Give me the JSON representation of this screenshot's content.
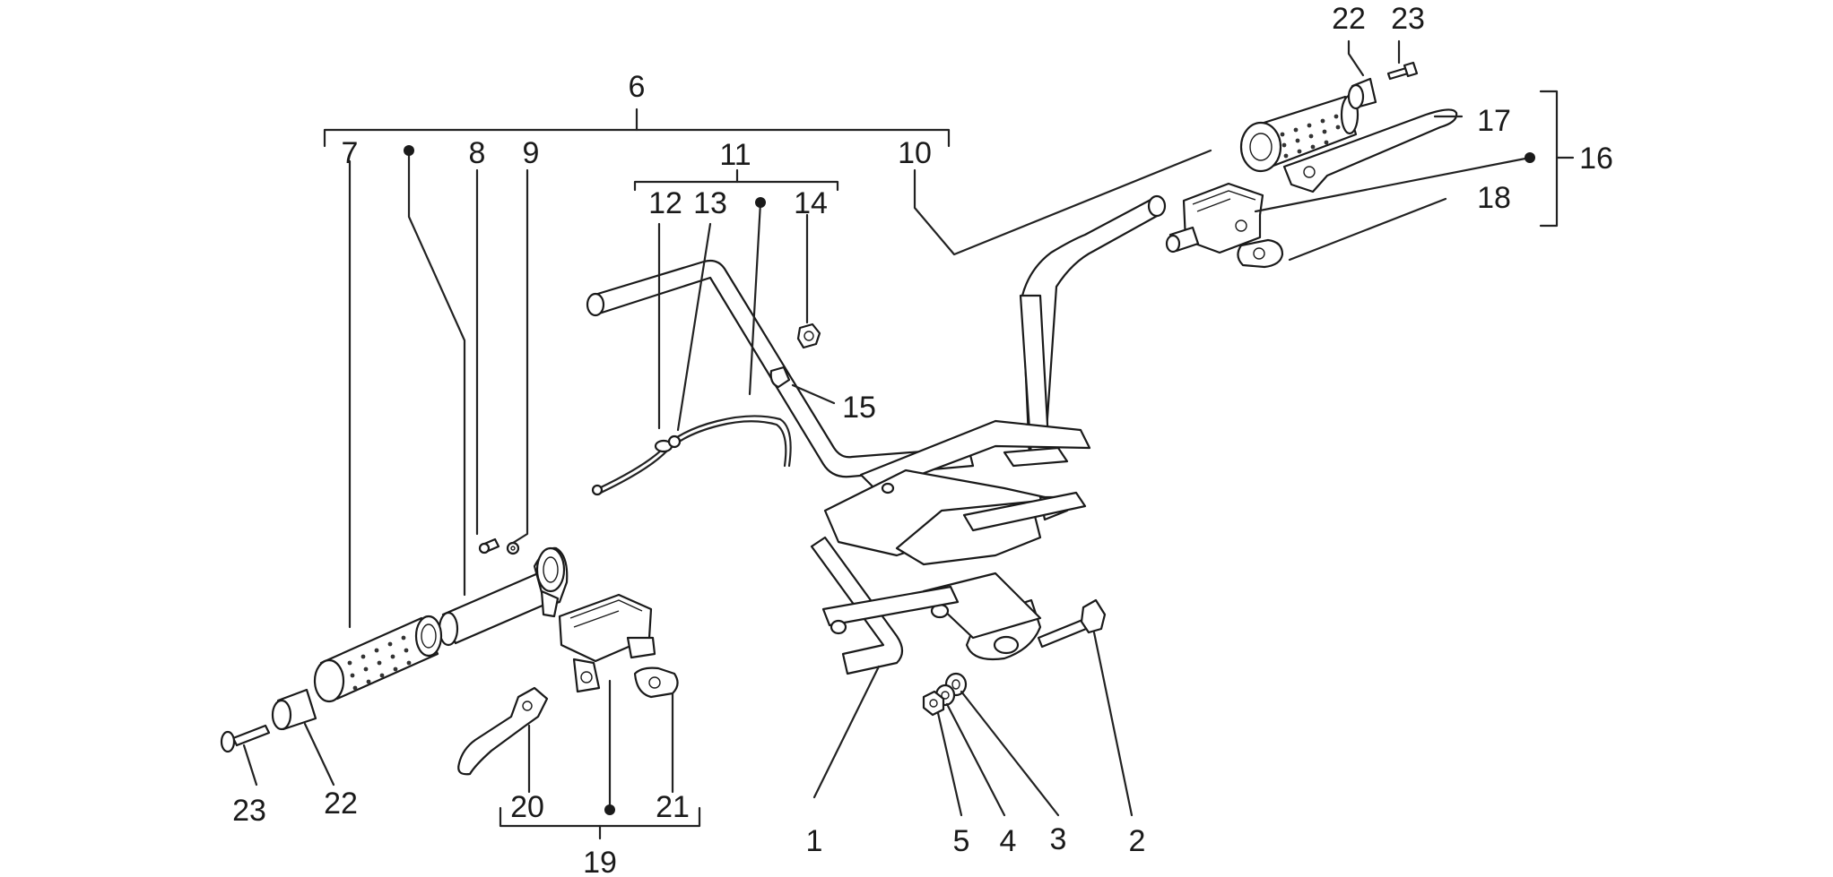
{
  "labels": {
    "l1": "1",
    "l2": "2",
    "l3": "3",
    "l4": "4",
    "l5": "5",
    "l6": "6",
    "l7": "7",
    "l8": "8",
    "l9": "9",
    "l10": "10",
    "l11": "11",
    "l12": "12",
    "l13": "13",
    "l14": "14",
    "l15": "15",
    "l16": "16",
    "l17": "17",
    "l18": "18",
    "l19": "19",
    "l20": "20",
    "l21": "21",
    "l22a": "22",
    "l22b": "22",
    "l23a": "23",
    "l23b": "23"
  }
}
